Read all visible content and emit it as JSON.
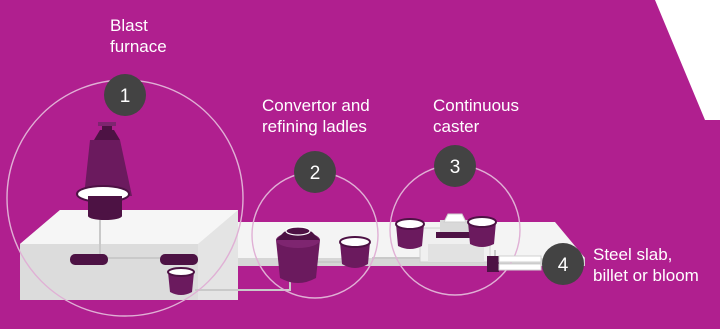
{
  "colors": {
    "background": "#b01f8f",
    "platform": "#f4f4f4",
    "platform_shade": "#cfcfcf",
    "equipment_dark": "#4d1244",
    "equipment_mid": "#7e2570",
    "badge": "#434343",
    "circle_outline": "#e0b0d5",
    "corner_panel": "#ffffff"
  },
  "stages": [
    {
      "number": "1",
      "label": "Blast\nfurnace"
    },
    {
      "number": "2",
      "label": "Convertor and\nrefining ladles"
    },
    {
      "number": "3",
      "label": "Continuous\ncaster"
    },
    {
      "number": "4",
      "label": "Steel slab,\nbillet or bloom"
    }
  ]
}
